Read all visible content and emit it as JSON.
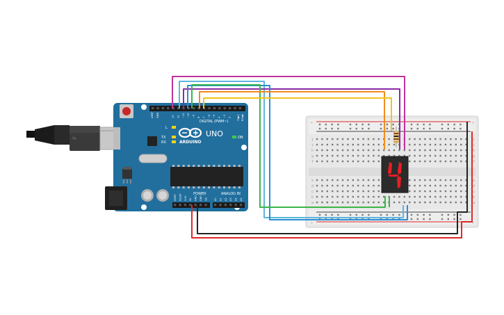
{
  "arduino": {
    "logo_text": "ARDUINO",
    "model": "UNO",
    "digital_label": "DIGITAL (PWM~)",
    "power_label": "POWER",
    "analog_label": "ANALOG IN",
    "on_label": "ON",
    "tx_label": "TX",
    "rx_label": "RX",
    "l_label": "L",
    "aref_label": "AREF",
    "gnd_label": "GND",
    "tx1_label": "TX▶1",
    "rx0_label": "RX◀0",
    "digital_pins": [
      "13",
      "12",
      "~11",
      "~10",
      "~9",
      "8",
      "7",
      "~6",
      "~5",
      "4",
      "~3",
      "2"
    ],
    "power_pins": [
      "IOREF",
      "RESET",
      "3.3V",
      "5V",
      "GND",
      "GND",
      "Vin"
    ],
    "analog_pins": [
      "A0",
      "A1",
      "A2",
      "A3",
      "A4",
      "A5"
    ]
  },
  "breadboard": {
    "row_letters_top": [
      "j",
      "i",
      "h",
      "g",
      "f"
    ],
    "row_letters_bottom": [
      "e",
      "d",
      "c",
      "b",
      "a"
    ],
    "plus_label": "+",
    "minus_label": "-"
  },
  "display": {
    "digit": "4",
    "segment_color": "#e81e25"
  },
  "colors": {
    "board_blue": "#1f6f9c",
    "wire_red": "#e02727",
    "wire_black": "#222222",
    "wire_magenta": "#c0339a",
    "wire_purple": "#8a2aa8",
    "wire_cyan": "#5db6dd",
    "wire_blue": "#2a8ed4",
    "wire_green": "#39b54a",
    "wire_orange": "#f28c1b",
    "wire_yellow": "#f2c31b"
  }
}
